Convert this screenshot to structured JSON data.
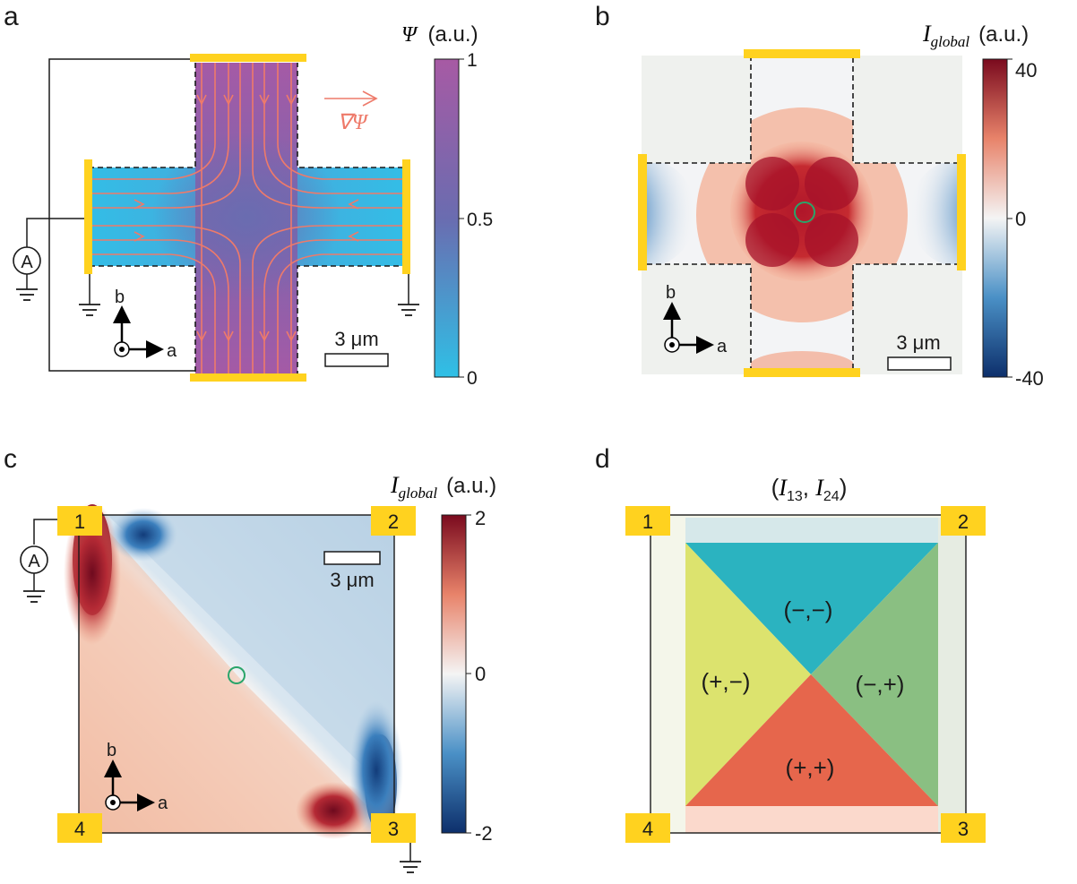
{
  "panels": {
    "a": {
      "label": "a",
      "colorbar": {
        "title_symbol": "Ψ",
        "title_unit": "(a.u.)",
        "ticks": [
          "1",
          "0.5",
          "0"
        ],
        "range": [
          0,
          1
        ],
        "colors": [
          "#2fc0e6",
          "#6a6cb0",
          "#a75aa4"
        ]
      },
      "gradient_label": "∇Ψ",
      "ammeter": "A",
      "scale_bar": "3 μm",
      "axes": {
        "x": "a",
        "y": "b"
      }
    },
    "b": {
      "label": "b",
      "colorbar": {
        "title_symbol": "I",
        "title_sub": "global",
        "title_unit": "(a.u.)",
        "ticks": [
          "40",
          "0",
          "-40"
        ],
        "range": [
          -40,
          40
        ]
      },
      "scale_bar": "3 μm",
      "axes": {
        "x": "a",
        "y": "b"
      }
    },
    "c": {
      "label": "c",
      "colorbar": {
        "title_symbol": "I",
        "title_sub": "global",
        "title_unit": "(a.u.)",
        "ticks": [
          "2",
          "0",
          "-2"
        ],
        "range": [
          -2,
          2
        ]
      },
      "scale_bar": "3 μm",
      "ammeter": "A",
      "contacts": [
        "1",
        "2",
        "3",
        "4"
      ],
      "axes": {
        "x": "a",
        "y": "b"
      }
    },
    "d": {
      "label": "d",
      "title_parts": {
        "open": "(",
        "i13": "I",
        "sub13": "13",
        "comma": ", ",
        "i24": "I",
        "sub24": "24",
        "close": ")"
      },
      "contacts": [
        "1",
        "2",
        "3",
        "4"
      ],
      "regions": [
        {
          "sign": "(−,−)",
          "color": "#2bb3c0"
        },
        {
          "sign": "(+,−)",
          "color": "#dce36e"
        },
        {
          "sign": "(−,+)",
          "color": "#8abf82"
        },
        {
          "sign": "(+,+)",
          "color": "#e6664c"
        }
      ]
    }
  },
  "colors": {
    "contact": "#ffd21f",
    "stream": "#ee7a6a",
    "marker": "#2aa56a"
  }
}
